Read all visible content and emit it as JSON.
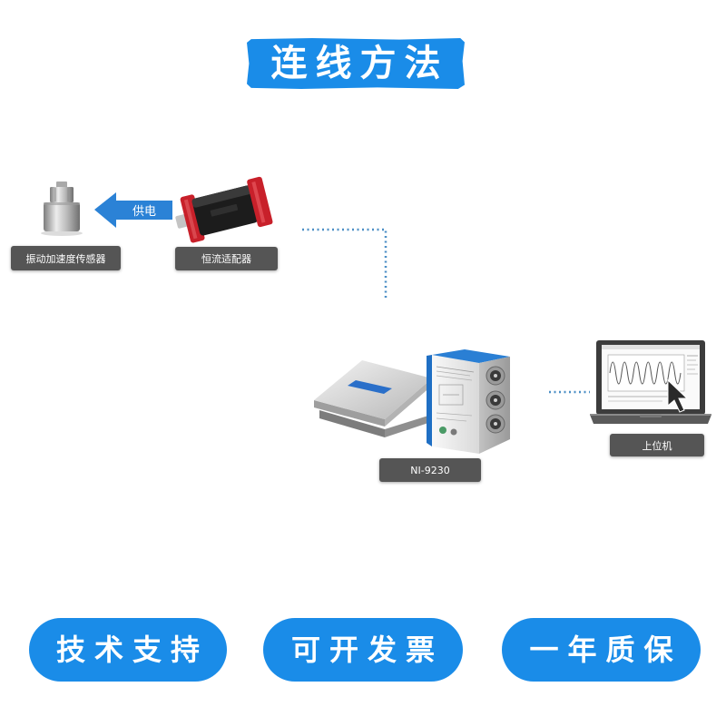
{
  "title": "连线方法",
  "colors": {
    "accent": "#1a8ce8",
    "arrow": "#2b82d6",
    "label_bg": "#555555",
    "connector": "#4d8fc6",
    "adapter_red": "#c8202a"
  },
  "diagram": {
    "sensor": {
      "label": "振动加速度传感器",
      "icon": "accelerometer-icon"
    },
    "power_arrow": {
      "label": "供电",
      "icon": "arrow-left-icon"
    },
    "adapter": {
      "label": "恒流适配器",
      "icon": "current-adapter-icon"
    },
    "daq": {
      "label": "NI-9230",
      "icons": [
        "daq-chassis-icon",
        "ni-module-icon"
      ]
    },
    "host": {
      "label": "上位机",
      "icon": "laptop-icon"
    }
  },
  "badges": [
    {
      "label": "技术支持"
    },
    {
      "label": "可开发票"
    },
    {
      "label": "一年质保"
    }
  ]
}
